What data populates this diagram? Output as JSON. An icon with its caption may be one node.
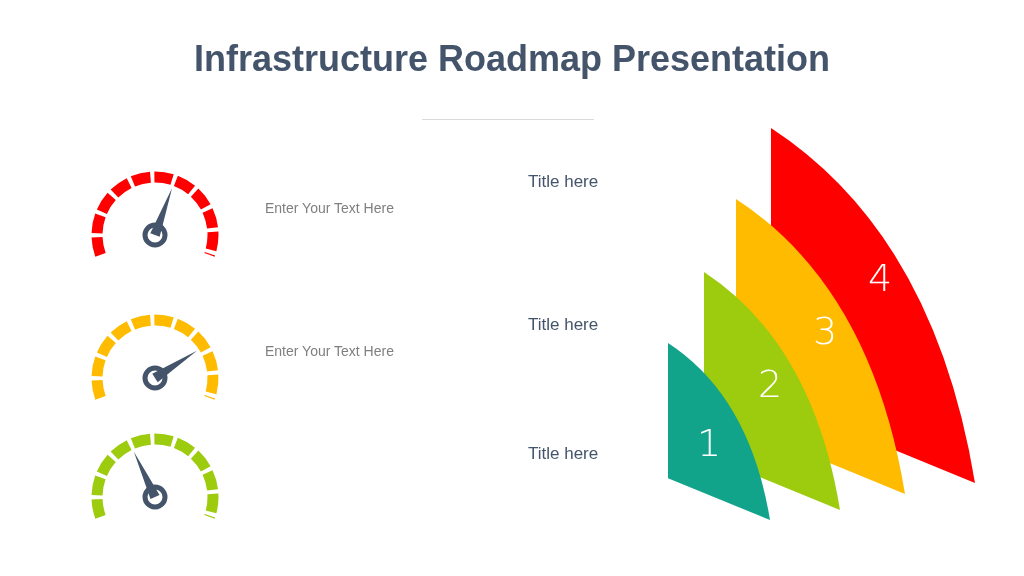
{
  "diagram": {
    "title": "Infrastructure Roadmap Presentation",
    "nodes": [
      {
        "text": [
          "1"
        ]
      },
      {
        "text": [
          "2"
        ]
      },
      {
        "text": [
          "3"
        ]
      },
      {
        "text": [
          "4"
        ]
      }
    ],
    "edges": [],
    "labels": [
      "Enter Your Text Here",
      "Enter Your Text Here",
      "Title here",
      "Title here",
      "Title here"
    ]
  }
}
